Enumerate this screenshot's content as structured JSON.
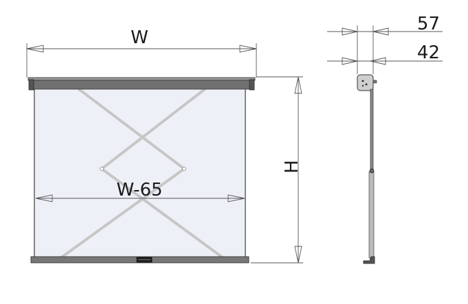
{
  "labels": {
    "width": "W",
    "height": "H",
    "inner_width": "W-65",
    "depth_outer": "57",
    "depth_inner": "42"
  },
  "colors": {
    "screen_fill": "#eef0f8",
    "frame": "#3a3a3a",
    "housing": "#6e6e6e",
    "scissor": "#c9c9c9",
    "dimension": "#555555"
  }
}
